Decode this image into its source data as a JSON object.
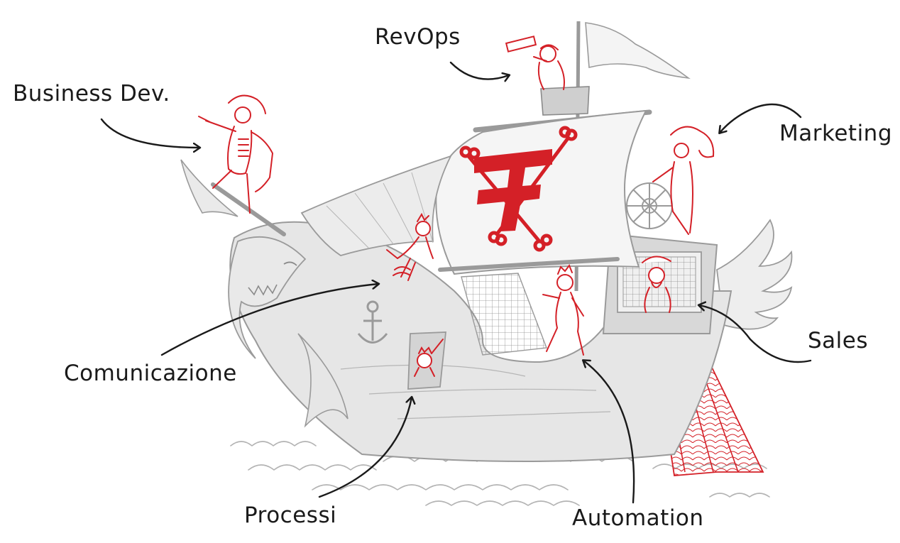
{
  "labels": {
    "revops": "RevOps",
    "business_dev": "Business Dev.",
    "marketing": "Marketing",
    "sales": "Sales",
    "comunicazione": "Comunicazione",
    "processi": "Processi",
    "automation": "Automation"
  },
  "colors": {
    "ink": "#1a1a1a",
    "sketch": "#9a9a9a",
    "hull_fill": "#e6e6e6",
    "accent_red": "#d42027"
  },
  "illustration": {
    "sail_emblem": "F"
  }
}
